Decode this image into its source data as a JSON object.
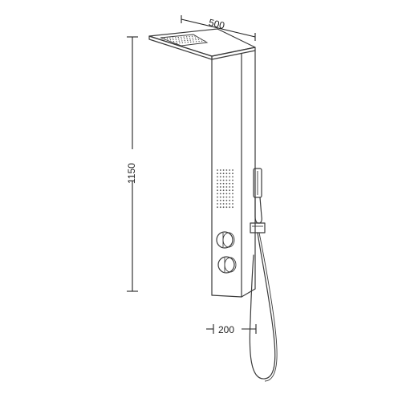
{
  "dimensions": {
    "width": "500",
    "height": "1150",
    "depth": "200"
  },
  "colors": {
    "line": "#3a3a3a",
    "text": "#222222",
    "background": "#ffffff"
  },
  "jet_grid": {
    "columns": 6,
    "rows": 12
  }
}
